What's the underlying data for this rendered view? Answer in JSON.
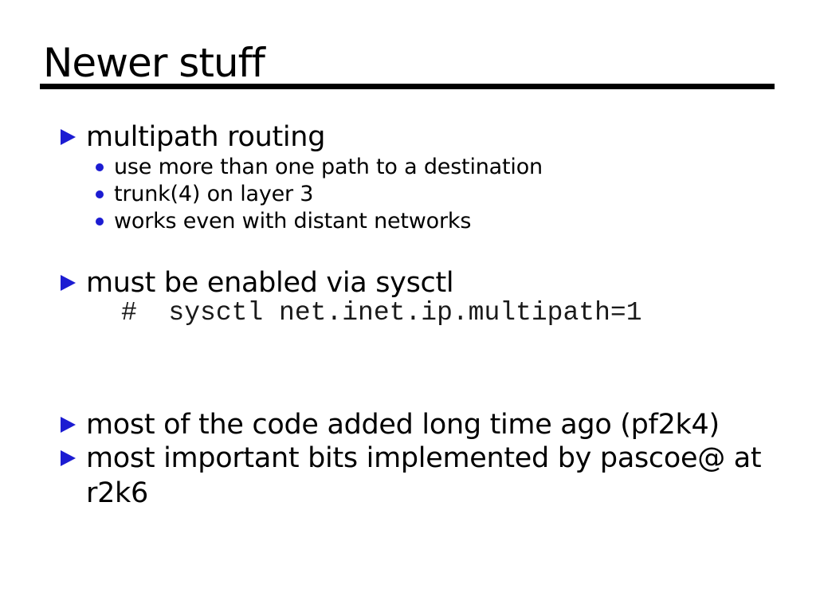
{
  "title": "Newer stuff",
  "bullets": {
    "b1": "multipath routing",
    "b2": "must be enabled via sysctl",
    "b3": "most of the code added long time ago (pf2k4)",
    "b4": "most important bits implemented by pascoe@ at",
    "b4_wrap": "r2k6"
  },
  "sub_bullets": [
    "use more than one path to a destination",
    "trunk(4) on layer 3",
    "works even with distant networks"
  ],
  "code_line": "#  sysctl net.inet.ip.multipath=1",
  "icons": {
    "level1_bullet": "triangle-right",
    "level2_bullet": "dot"
  },
  "colors": {
    "background": "#ffffff",
    "text": "#000000",
    "bullet_blue": "#1c1cd2",
    "title_rule": "#000000"
  }
}
